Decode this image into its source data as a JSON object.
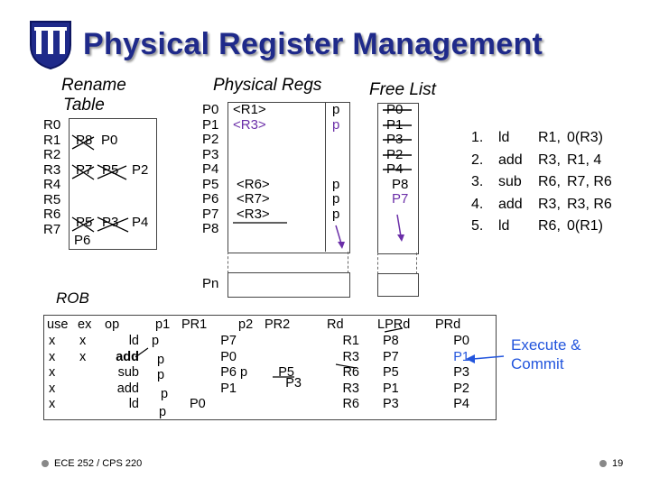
{
  "title": "Physical Register Management",
  "rename_table": {
    "heading_line1": "Rename",
    "heading_line2": "Table",
    "registers": [
      "R0",
      "R1",
      "R2",
      "R3",
      "R4",
      "R5",
      "R6",
      "R7"
    ],
    "current": {
      "R1": "P0",
      "R3": "P2",
      "R6": "P4",
      "R7": "P6"
    },
    "struck": {
      "R1": "P8",
      "R3": "P7",
      "R3b": "P5",
      "R6": "P5",
      "R6b": "P3"
    }
  },
  "physical_regs": {
    "heading": "Physical Regs",
    "names": [
      "P0",
      "P1",
      "P2",
      "P3",
      "P4",
      "P5",
      "P6",
      "P7",
      "P8"
    ],
    "values": [
      "<R1>",
      "<R3>",
      "",
      "",
      "",
      "<R6>",
      "<R7>",
      "<R3>",
      ""
    ],
    "p_bits": [
      "p",
      "p",
      "",
      "",
      "",
      "p",
      "p",
      "p",
      ""
    ],
    "pn": "Pn"
  },
  "free_list": {
    "heading": "Free List",
    "struck": [
      "P0",
      "P1",
      "P3",
      "P2",
      "P4"
    ],
    "remaining": [
      "P8",
      "P7"
    ]
  },
  "instructions": [
    {
      "num": "1.",
      "op": "ld",
      "rd": "R1,",
      "src": "0(R3)"
    },
    {
      "num": "2.",
      "op": "add",
      "rd": "R3,",
      "src": "R1, 4"
    },
    {
      "num": "3.",
      "op": "sub",
      "rd": "R6,",
      "src": "R7, R6"
    },
    {
      "num": "4.",
      "op": "add",
      "rd": "R3,",
      "src": "R3, R6"
    },
    {
      "num": "5.",
      "op": "ld",
      "rd": "R6,",
      "src": "0(R1)"
    }
  ],
  "rob": {
    "label": "ROB",
    "headers": {
      "use": "use",
      "ex": "ex",
      "op": "op",
      "p1": "p1",
      "pr1": "PR1",
      "p2": "p2",
      "pr2": "PR2",
      "rd": "Rd",
      "lprd": "LPRd",
      "prd": "PRd"
    },
    "use": [
      "x",
      "x",
      "x",
      "x",
      "x"
    ],
    "ex": [
      "x",
      "x",
      "",
      "",
      ""
    ],
    "op": [
      "ld",
      "add",
      "sub",
      "add",
      "ld"
    ],
    "p1": [
      "p",
      "p",
      "p",
      "p",
      "p"
    ],
    "pr1": [
      "P7",
      "P0",
      "P6",
      "P1",
      "P0"
    ],
    "p2": [
      "",
      "",
      "p",
      "",
      ""
    ],
    "pr2": [
      "",
      "",
      "P5",
      "P3",
      ""
    ],
    "rd": [
      "R1",
      "R3",
      "R6",
      "R3",
      "R6"
    ],
    "lprd": [
      "P8",
      "P7",
      "P5",
      "P1",
      "P3"
    ],
    "prd": [
      "P0",
      "P1",
      "P3",
      "P2",
      "P4"
    ]
  },
  "execute_commit": {
    "line1": "Execute &",
    "line2": "Commit"
  },
  "footer": {
    "course": "ECE 252 / CPS 220",
    "page": "19"
  },
  "colors": {
    "title": "#1f2a8a",
    "accent": "#6b2fa8",
    "execute": "#2255dd"
  }
}
